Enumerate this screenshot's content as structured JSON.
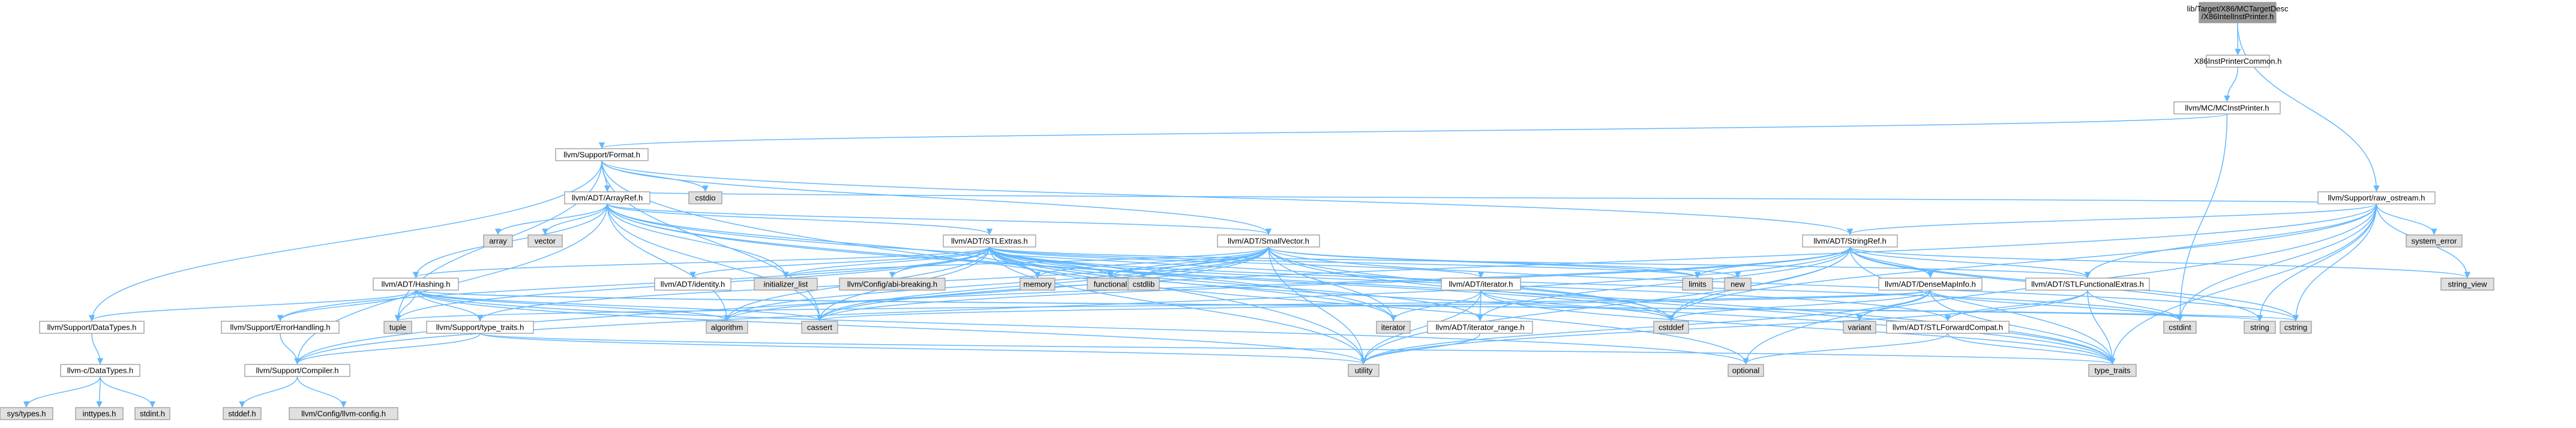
{
  "colors": {
    "root_fill": "#9b9b9b",
    "internal_fill": "#ffffff",
    "external_fill": "#e0e0e0",
    "truncated_border": "#ff0000",
    "node_border": "#999999",
    "edge": "#63b8ff"
  },
  "nodes": [
    {
      "id": "root",
      "label": "lib/Target/X86/MCTargetDesc\n/X86IntelInstPrinter.h",
      "kind": "root"
    },
    {
      "id": "x86common",
      "label": "X86InstPrinterCommon.h",
      "kind": "internal"
    },
    {
      "id": "mcinst",
      "label": "llvm/MC/MCInstPrinter.h",
      "kind": "internal"
    },
    {
      "id": "format",
      "label": "llvm/Support/Format.h",
      "kind": "internal"
    },
    {
      "id": "rawostream",
      "label": "llvm/Support/raw_ostream.h",
      "kind": "internal"
    },
    {
      "id": "cstdio",
      "label": "cstdio",
      "kind": "external"
    },
    {
      "id": "arrayref",
      "label": "llvm/ADT/ArrayRef.h",
      "kind": "internal"
    },
    {
      "id": "stlextras",
      "label": "llvm/ADT/STLExtras.h",
      "kind": "internal"
    },
    {
      "id": "smallvector",
      "label": "llvm/ADT/SmallVector.h",
      "kind": "internal"
    },
    {
      "id": "stringref",
      "label": "llvm/ADT/StringRef.h",
      "kind": "internal"
    },
    {
      "id": "array",
      "label": "array",
      "kind": "external"
    },
    {
      "id": "vector",
      "label": "vector",
      "kind": "external"
    },
    {
      "id": "system_error",
      "label": "system_error",
      "kind": "external"
    },
    {
      "id": "hashing",
      "label": "llvm/ADT/Hashing.h",
      "kind": "truncated"
    },
    {
      "id": "identity",
      "label": "llvm/ADT/identity.h",
      "kind": "internal"
    },
    {
      "id": "initializer_list",
      "label": "initializer_list",
      "kind": "external"
    },
    {
      "id": "abibreaking",
      "label": "llvm/Config/abi-breaking.h",
      "kind": "external"
    },
    {
      "id": "memory",
      "label": "memory",
      "kind": "external"
    },
    {
      "id": "functional",
      "label": "functional",
      "kind": "external"
    },
    {
      "id": "cstdlib",
      "label": "cstdlib",
      "kind": "external"
    },
    {
      "id": "adtiterator",
      "label": "llvm/ADT/iterator.h",
      "kind": "internal"
    },
    {
      "id": "limits",
      "label": "limits",
      "kind": "external"
    },
    {
      "id": "new",
      "label": "new",
      "kind": "external"
    },
    {
      "id": "densemapinfo",
      "label": "llvm/ADT/DenseMapInfo.h",
      "kind": "internal"
    },
    {
      "id": "stlfunctional",
      "label": "llvm/ADT/STLFunctionalExtras.h",
      "kind": "internal"
    },
    {
      "id": "string_view",
      "label": "string_view",
      "kind": "external"
    },
    {
      "id": "datatypes",
      "label": "llvm/Support/DataTypes.h",
      "kind": "internal"
    },
    {
      "id": "tuple",
      "label": "tuple",
      "kind": "external"
    },
    {
      "id": "errorhandling",
      "label": "llvm/Support/ErrorHandling.h",
      "kind": "internal"
    },
    {
      "id": "typetraits",
      "label": "llvm/Support/type_traits.h",
      "kind": "internal"
    },
    {
      "id": "algorithm",
      "label": "algorithm",
      "kind": "external"
    },
    {
      "id": "cassert",
      "label": "cassert",
      "kind": "external"
    },
    {
      "id": "iterator",
      "label": "iterator",
      "kind": "external"
    },
    {
      "id": "iteratorrange",
      "label": "llvm/ADT/iterator_range.h",
      "kind": "internal"
    },
    {
      "id": "cstddef",
      "label": "cstddef",
      "kind": "external"
    },
    {
      "id": "variant",
      "label": "variant",
      "kind": "external"
    },
    {
      "id": "stlforward",
      "label": "llvm/ADT/STLForwardCompat.h",
      "kind": "internal"
    },
    {
      "id": "string",
      "label": "string",
      "kind": "external"
    },
    {
      "id": "cstring",
      "label": "cstring",
      "kind": "external"
    },
    {
      "id": "cstdint",
      "label": "cstdint",
      "kind": "external"
    },
    {
      "id": "cdatatypes",
      "label": "llvm-c/DataTypes.h",
      "kind": "internal"
    },
    {
      "id": "compiler",
      "label": "llvm/Support/Compiler.h",
      "kind": "internal"
    },
    {
      "id": "utility",
      "label": "utility",
      "kind": "external"
    },
    {
      "id": "optional",
      "label": "optional",
      "kind": "external"
    },
    {
      "id": "type_traits",
      "label": "type_traits",
      "kind": "external"
    },
    {
      "id": "systypes",
      "label": "sys/types.h",
      "kind": "external"
    },
    {
      "id": "inttypes",
      "label": "inttypes.h",
      "kind": "external"
    },
    {
      "id": "stdint",
      "label": "stdint.h",
      "kind": "external"
    },
    {
      "id": "stddef",
      "label": "stddef.h",
      "kind": "external"
    },
    {
      "id": "llvmconfig",
      "label": "llvm/Config/llvm-config.h",
      "kind": "external"
    }
  ],
  "edges": [
    [
      "root",
      "x86common"
    ],
    [
      "root",
      "rawostream"
    ],
    [
      "x86common",
      "mcinst"
    ],
    [
      "mcinst",
      "format"
    ],
    [
      "mcinst",
      "cstdint"
    ],
    [
      "format",
      "arrayref"
    ],
    [
      "format",
      "stringref"
    ],
    [
      "format",
      "datatypes"
    ],
    [
      "format",
      "cstdio"
    ],
    [
      "format",
      "tuple"
    ],
    [
      "format",
      "utility"
    ],
    [
      "format",
      "cassert"
    ],
    [
      "format",
      "smallvector"
    ],
    [
      "rawostream",
      "arrayref"
    ],
    [
      "rawostream",
      "stringref"
    ],
    [
      "rawostream",
      "cassert"
    ],
    [
      "rawostream",
      "cstddef"
    ],
    [
      "rawostream",
      "cstdint"
    ],
    [
      "rawostream",
      "cstring"
    ],
    [
      "rawostream",
      "optional"
    ],
    [
      "rawostream",
      "string"
    ],
    [
      "rawostream",
      "string_view"
    ],
    [
      "rawostream",
      "system_error"
    ],
    [
      "rawostream",
      "type_traits"
    ],
    [
      "rawostream",
      "stlfunctional"
    ],
    [
      "arrayref",
      "hashing"
    ],
    [
      "arrayref",
      "smallvector"
    ],
    [
      "arrayref",
      "stlextras"
    ],
    [
      "arrayref",
      "compiler"
    ],
    [
      "arrayref",
      "algorithm"
    ],
    [
      "arrayref",
      "array"
    ],
    [
      "arrayref",
      "cassert"
    ],
    [
      "arrayref",
      "cstddef"
    ],
    [
      "arrayref",
      "initializer_list"
    ],
    [
      "arrayref",
      "iterator"
    ],
    [
      "arrayref",
      "memory"
    ],
    [
      "arrayref",
      "type_traits"
    ],
    [
      "arrayref",
      "vector"
    ],
    [
      "stlextras",
      "adtiterator"
    ],
    [
      "stlextras",
      "stlforward"
    ],
    [
      "stlextras",
      "stlfunctional"
    ],
    [
      "stlextras",
      "identity"
    ],
    [
      "stlextras",
      "iteratorrange"
    ],
    [
      "stlextras",
      "abibreaking"
    ],
    [
      "stlextras",
      "errorhandling"
    ],
    [
      "stlextras",
      "algorithm"
    ],
    [
      "stlextras",
      "cassert"
    ],
    [
      "stlextras",
      "cstddef"
    ],
    [
      "stlextras",
      "cstdint"
    ],
    [
      "stlextras",
      "cstdlib"
    ],
    [
      "stlextras",
      "functional"
    ],
    [
      "stlextras",
      "initializer_list"
    ],
    [
      "stlextras",
      "iterator"
    ],
    [
      "stlextras",
      "limits"
    ],
    [
      "stlextras",
      "memory"
    ],
    [
      "stlextras",
      "optional"
    ],
    [
      "stlextras",
      "tuple"
    ],
    [
      "stlextras",
      "type_traits"
    ],
    [
      "stlextras",
      "utility"
    ],
    [
      "stlextras",
      "hashing"
    ],
    [
      "smallvector",
      "compiler"
    ],
    [
      "smallvector",
      "typetraits"
    ],
    [
      "smallvector",
      "algorithm"
    ],
    [
      "smallvector",
      "cassert"
    ],
    [
      "smallvector",
      "cstddef"
    ],
    [
      "smallvector",
      "cstdlib"
    ],
    [
      "smallvector",
      "cstring"
    ],
    [
      "smallvector",
      "functional"
    ],
    [
      "smallvector",
      "initializer_list"
    ],
    [
      "smallvector",
      "iterator"
    ],
    [
      "smallvector",
      "limits"
    ],
    [
      "smallvector",
      "memory"
    ],
    [
      "smallvector",
      "new"
    ],
    [
      "smallvector",
      "type_traits"
    ],
    [
      "smallvector",
      "utility"
    ],
    [
      "stringref",
      "densemapinfo"
    ],
    [
      "stringref",
      "stlfunctional"
    ],
    [
      "stringref",
      "iteratorrange"
    ],
    [
      "stringref",
      "compiler"
    ],
    [
      "stringref",
      "algorithm"
    ],
    [
      "stringref",
      "cassert"
    ],
    [
      "stringref",
      "cstddef"
    ],
    [
      "stringref",
      "cstring"
    ],
    [
      "stringref",
      "limits"
    ],
    [
      "stringref",
      "string"
    ],
    [
      "stringref",
      "string_view"
    ],
    [
      "stringref",
      "type_traits"
    ],
    [
      "stringref",
      "utility"
    ],
    [
      "hashing",
      "datatypes"
    ],
    [
      "hashing",
      "errorhandling"
    ],
    [
      "hashing",
      "typetraits"
    ],
    [
      "hashing",
      "algorithm"
    ],
    [
      "hashing",
      "cassert"
    ],
    [
      "hashing",
      "cstring"
    ],
    [
      "hashing",
      "optional"
    ],
    [
      "hashing",
      "string"
    ],
    [
      "hashing",
      "tuple"
    ],
    [
      "hashing",
      "utility"
    ],
    [
      "adtiterator",
      "iteratorrange"
    ],
    [
      "adtiterator",
      "cstddef"
    ],
    [
      "adtiterator",
      "iterator"
    ],
    [
      "adtiterator",
      "type_traits"
    ],
    [
      "adtiterator",
      "utility"
    ],
    [
      "densemapinfo",
      "cassert"
    ],
    [
      "densemapinfo",
      "cstddef"
    ],
    [
      "densemapinfo",
      "cstdint"
    ],
    [
      "densemapinfo",
      "tuple"
    ],
    [
      "densemapinfo",
      "type_traits"
    ],
    [
      "densemapinfo",
      "utility"
    ],
    [
      "densemapinfo",
      "variant"
    ],
    [
      "stlfunctional",
      "stlforward"
    ],
    [
      "stlfunctional",
      "cstdint"
    ],
    [
      "stlfunctional",
      "type_traits"
    ],
    [
      "stlfunctional",
      "utility"
    ],
    [
      "stlforward",
      "optional"
    ],
    [
      "stlforward",
      "type_traits"
    ],
    [
      "iteratorrange",
      "utility"
    ],
    [
      "datatypes",
      "cdatatypes"
    ],
    [
      "cdatatypes",
      "systypes"
    ],
    [
      "cdatatypes",
      "inttypes"
    ],
    [
      "cdatatypes",
      "stdint"
    ],
    [
      "errorhandling",
      "compiler"
    ],
    [
      "typetraits",
      "compiler"
    ],
    [
      "typetraits",
      "type_traits"
    ],
    [
      "typetraits",
      "utility"
    ],
    [
      "compiler",
      "stddef"
    ],
    [
      "compiler",
      "llvmconfig"
    ]
  ]
}
